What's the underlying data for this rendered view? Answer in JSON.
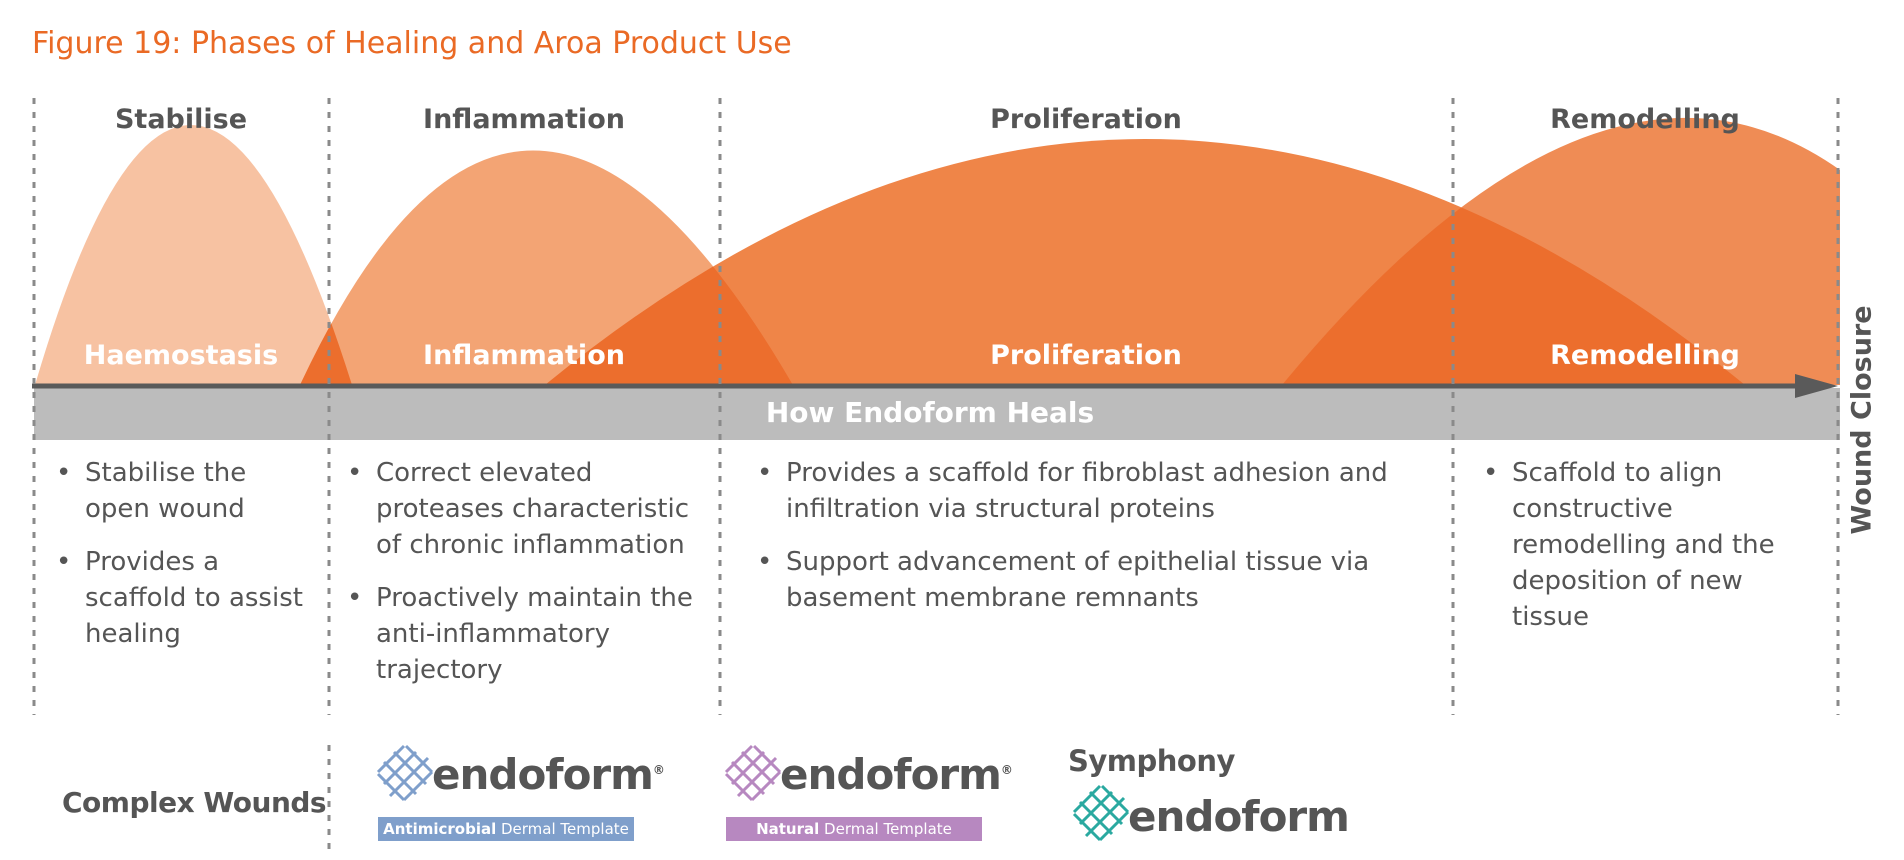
{
  "title": "Figure 19: Phases of Healing and Aroa Product Use",
  "colors": {
    "title": "#ea6a25",
    "haemostasis": "#f7c2a2",
    "inflammation": "#f3a474",
    "proliferation": "#ef8548",
    "remodelling": "#ef8c55",
    "overlap": "#ec6e2d",
    "band": "#bcbcbc",
    "arrow": "#5a5a5a",
    "text": "#555555",
    "antimicrobial_tag": "#7f9fcb",
    "natural_tag": "#b788c0",
    "symphony_mesh": "#2aa9a0"
  },
  "phase_headers": [
    "Stabilise",
    "Inflammation",
    "Proliferation",
    "Remodelling"
  ],
  "curve_labels": [
    "Haemostasis",
    "Inflammation",
    "Proliferation",
    "Remodelling"
  ],
  "band_label": "How Endoform Heals",
  "axis_end_label": "Wound Closure",
  "bullets": [
    [
      "Stabilise the open wound",
      "Provides a scaffold to assist healing"
    ],
    [
      "Correct elevated proteases characteristic of chronic inflammation",
      "Proactively maintain the anti-inflammatory trajectory"
    ],
    [
      "Provides a scaffold for fibroblast adhesion and infiltration via structural proteins",
      "Support advancement of epithelial tissue via basement membrane remnants"
    ],
    [
      "Scaffold to align constructive remodelling and the deposition of new tissue"
    ]
  ],
  "row_label": "Complex Wounds",
  "products": [
    {
      "brand": "endoform",
      "registered": "®",
      "tag_bold": "Antimicrobial",
      "tag_rest": " Dermal Template",
      "mesh_icon": "mesh-icon"
    },
    {
      "brand": "endoform",
      "registered": "®",
      "tag_bold": "Natural",
      "tag_rest": " Dermal Template",
      "mesh_icon": "mesh-icon"
    },
    {
      "prefix": "Symphony",
      "brand": "endoform",
      "mesh_icon": "mesh-icon"
    }
  ]
}
